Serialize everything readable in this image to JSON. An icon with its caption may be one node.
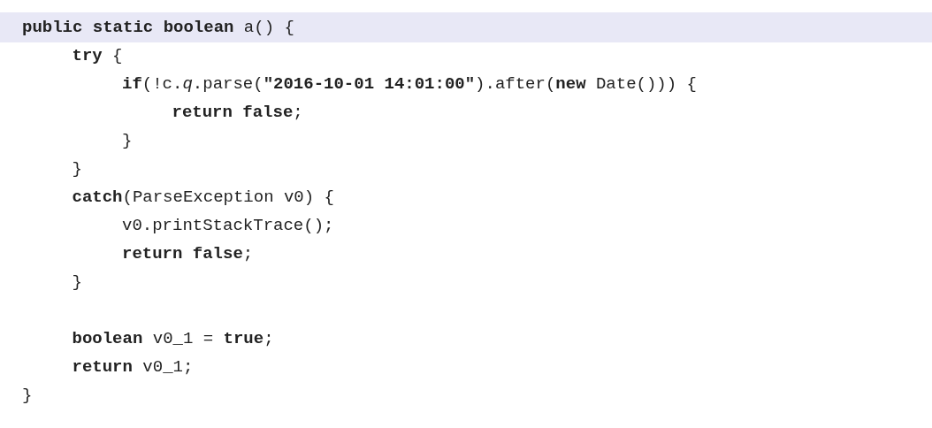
{
  "diagram": {
    "labels": [
      "**public static boolean** a() {",
      "**try** {",
      "**if**(!c.*q*.parse(**\"2016-10-01 14:01:00\"**).after(**new** Date())) {",
      "**return false**;",
      "}",
      "}",
      "**catch**(ParseException v0) {",
      "v0.printStackTrace();",
      "**return false**;",
      "}",
      "**boolean** v0_1 = **true**;",
      "**return** v0_1;",
      "}"
    ]
  }
}
